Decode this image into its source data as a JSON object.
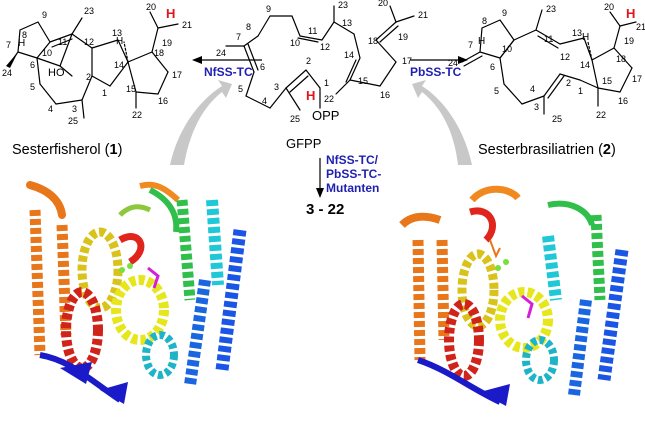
{
  "compounds": {
    "left_name": "Sesterfisherol",
    "left_num": "1",
    "right_name": "Sesterbrasiliatrien",
    "right_num": "2",
    "center_name": "GFPP",
    "products": "3 - 22",
    "opp": "OPP",
    "ho": "HO",
    "h": "H"
  },
  "enzymes": {
    "left": "NfSS-TC",
    "right": "PbSS-TC",
    "mutants_line1": "NfSS-TC/",
    "mutants_line2": "PbSS-TC-",
    "mutants_line3": "Mutanten"
  },
  "atom_numbers_left": [
    "9",
    "23",
    "20",
    "21",
    "8",
    "7",
    "10",
    "11",
    "12",
    "13",
    "19",
    "24",
    "6",
    "18",
    "5",
    "2",
    "14",
    "4",
    "3",
    "15",
    "1",
    "17",
    "16",
    "25",
    "22"
  ],
  "atom_numbers_center": [
    "9",
    "20",
    "21",
    "23",
    "8",
    "10",
    "11",
    "12",
    "13",
    "19",
    "7",
    "18",
    "24",
    "14",
    "17",
    "6",
    "15",
    "16",
    "5",
    "2",
    "22",
    "4",
    "1",
    "3",
    "25"
  ],
  "atom_numbers_right": [
    "9",
    "20",
    "23",
    "21",
    "8",
    "11",
    "13",
    "19",
    "7",
    "10",
    "12",
    "14",
    "18",
    "6",
    "17",
    "24",
    "4",
    "2",
    "5",
    "15",
    "16",
    "1",
    "3",
    "25",
    "22"
  ],
  "colors": {
    "enzyme_label": "#1f1fb0",
    "stereo_h": "#e0161b",
    "arrow_gray": "#c8c8c8",
    "helix_orange": "#e8761a",
    "helix_blue": "#1a55e6",
    "helix_cyan": "#1ec8d6",
    "helix_green": "#2fbf4a",
    "helix_yellow": "#e6e61a",
    "helix_red": "#d0231a",
    "ligand_magenta": "#d61ed6"
  }
}
